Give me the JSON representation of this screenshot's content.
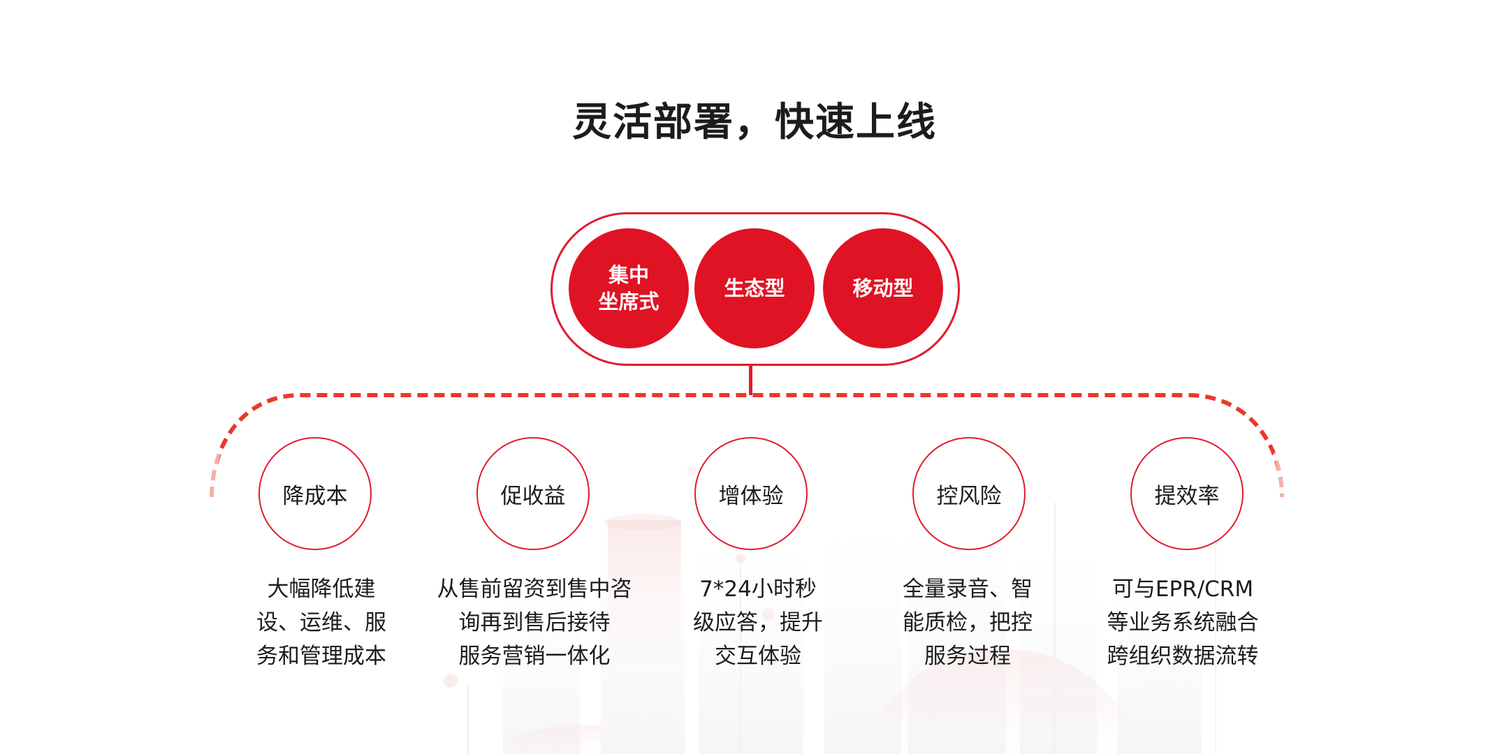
{
  "title": "灵活部署，快速上线",
  "deployment_modes": [
    {
      "label": "集中\n坐席式"
    },
    {
      "label": "生态型"
    },
    {
      "label": "移动型"
    }
  ],
  "benefits": [
    {
      "title": "降成本",
      "lines": [
        "大幅降低建",
        "设、运维、服",
        "务和管理成本"
      ]
    },
    {
      "title": "促收益",
      "lines": [
        "从售前留资到售中咨",
        "询再到售后接待",
        "服务营销一体化"
      ]
    },
    {
      "title": "增体验",
      "lines": [
        "7*24小时秒",
        "级应答，提升",
        "交互体验"
      ]
    },
    {
      "title": "控风险",
      "lines": [
        "全量录音、智",
        "能质检，把控",
        "服务过程"
      ]
    },
    {
      "title": "提效率",
      "lines": [
        "可与EPR/CRM",
        "等业务系统融合",
        "跨组织数据流转"
      ]
    }
  ],
  "colors": {
    "accent": "#df1324",
    "text": "#1c1c1c"
  }
}
